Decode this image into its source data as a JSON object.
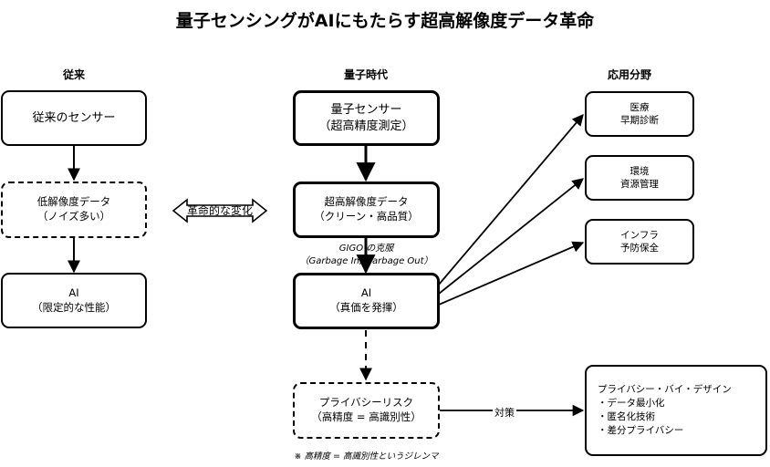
{
  "title": "量子センシングがAIにもたらす超高解像度データ革命",
  "columns": {
    "traditional": "従来",
    "quantum": "量子時代",
    "applications": "応用分野"
  },
  "traditional": {
    "sensor": "従来のセンサー",
    "data_line1": "低解像度データ",
    "data_line2": "（ノイズ多い）",
    "ai_line1": "AI",
    "ai_line2": "（限定的な性能）"
  },
  "change_label": "革命的な変化",
  "quantum": {
    "sensor_line1": "量子センサー",
    "sensor_line2": "（超高精度測定）",
    "data_line1": "超高解像度データ",
    "data_line2": "（クリーン・高品質）",
    "gigo_line1": "GIGO の克服",
    "gigo_line2": "（Garbage In, Garbage Out）",
    "ai_line1": "AI",
    "ai_line2": "（真価を発揮）",
    "privacy_line1": "プライバシーリスク",
    "privacy_line2": "（高精度 = 高識別性）",
    "footnote": "※ 高精度 = 高識別性というジレンマ"
  },
  "applications": [
    {
      "line1": "医療",
      "line2": "早期診断"
    },
    {
      "line1": "環境",
      "line2": "資源管理"
    },
    {
      "line1": "インフラ",
      "line2": "予防保全"
    }
  ],
  "countermeasure_label": "対策",
  "policy": {
    "heading": "プライバシー・バイ・デザイン",
    "items": [
      "・データ最小化",
      "・匿名化技術",
      "・差分プライバシー"
    ]
  }
}
